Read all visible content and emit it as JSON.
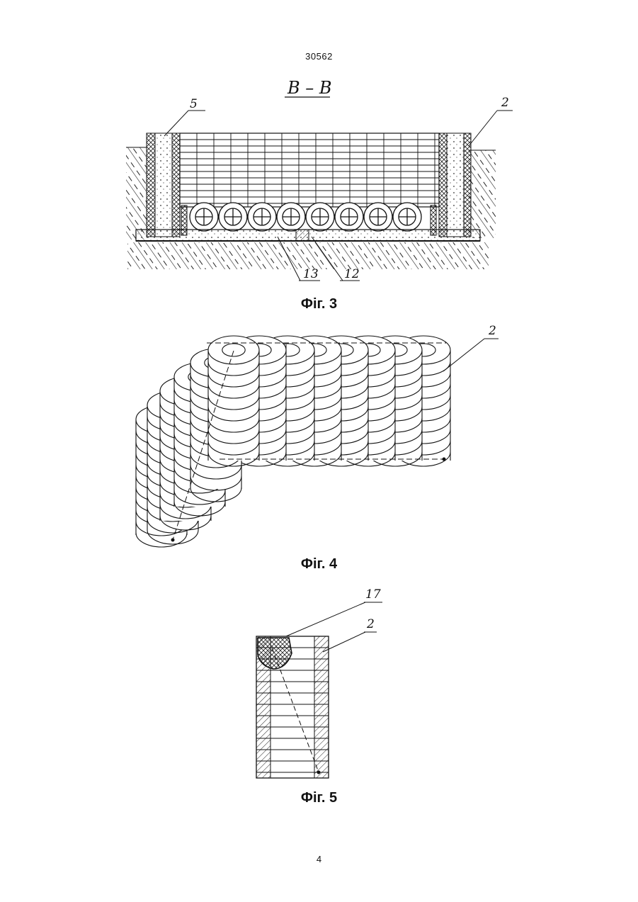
{
  "header": {
    "patent_number": "30562"
  },
  "figure3": {
    "section_label": "В – В",
    "caption": "Фіг. 3",
    "callouts": [
      "5",
      "2",
      "13",
      "12"
    ]
  },
  "figure4": {
    "caption": "Фіг. 4",
    "callouts": [
      "2"
    ]
  },
  "figure5": {
    "caption": "Фіг. 5",
    "callouts": [
      "17",
      "2"
    ]
  },
  "footer": {
    "page_number": "4"
  }
}
